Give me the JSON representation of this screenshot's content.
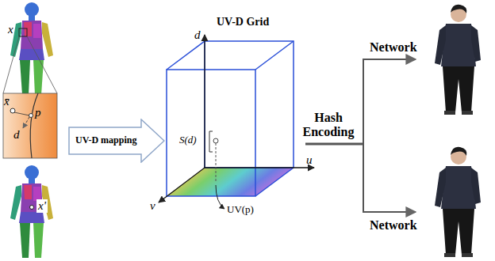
{
  "diagram": {
    "nodes": [
      {
        "text": [
          "UV-D mapping"
        ]
      },
      {
        "text": [
          "UV-D Grid"
        ]
      }
    ],
    "labels": [
      "x",
      "x̄",
      "p",
      "d",
      "x'",
      "d",
      "u",
      "v",
      "S(d)",
      "UV(p)",
      "Hash Encoding",
      "Network",
      "Network"
    ]
  }
}
